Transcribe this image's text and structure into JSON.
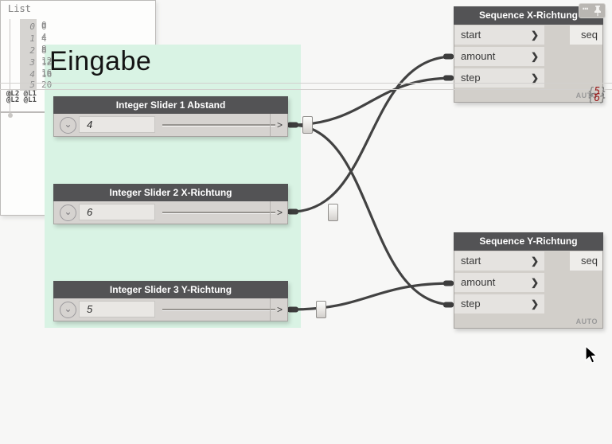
{
  "group": {
    "label": "Eingabe"
  },
  "icons": {
    "chevron_down": "⌄",
    "chevron_right": "❯",
    "port_out": ">",
    "ellipsis": "…"
  },
  "sliders": [
    {
      "title": "Integer Slider 1 Abstand",
      "value": "4"
    },
    {
      "title": "Integer Slider 2 X-Richtung",
      "value": "6"
    },
    {
      "title": "Integer Slider 3 Y-Richtung",
      "value": "5"
    }
  ],
  "sequence_nodes": [
    {
      "title": "Sequence X-Richtung",
      "inputs": [
        "start",
        "amount",
        "step"
      ],
      "output": "seq",
      "lacing": "AUTO"
    },
    {
      "title": "Sequence Y-Richtung",
      "inputs": [
        "start",
        "amount",
        "step"
      ],
      "output": "seq",
      "lacing": "AUTO"
    }
  ],
  "watch_nodes": [
    {
      "title": "List",
      "items": [
        {
          "i": "0",
          "v": "0"
        },
        {
          "i": "1",
          "v": "4"
        },
        {
          "i": "2",
          "v": "8"
        },
        {
          "i": "3",
          "v": "12"
        },
        {
          "i": "4",
          "v": "16"
        },
        {
          "i": "5",
          "v": "20"
        }
      ],
      "levels": "@L2 @L1",
      "count_open": "{",
      "count": "6",
      "count_close": "}"
    },
    {
      "title": "List",
      "items": [
        {
          "i": "0",
          "v": "0"
        },
        {
          "i": "1",
          "v": "4"
        },
        {
          "i": "2",
          "v": "8"
        },
        {
          "i": "3",
          "v": "12"
        },
        {
          "i": "4",
          "v": "16"
        }
      ],
      "levels": "@L2 @L1",
      "count_open": "{",
      "count": "5",
      "count_close": "}"
    }
  ],
  "colors": {
    "group_bg": "#d9f3e4",
    "node_header": "#535355",
    "wire": "#424242",
    "count_red": "#9b1b1b"
  }
}
